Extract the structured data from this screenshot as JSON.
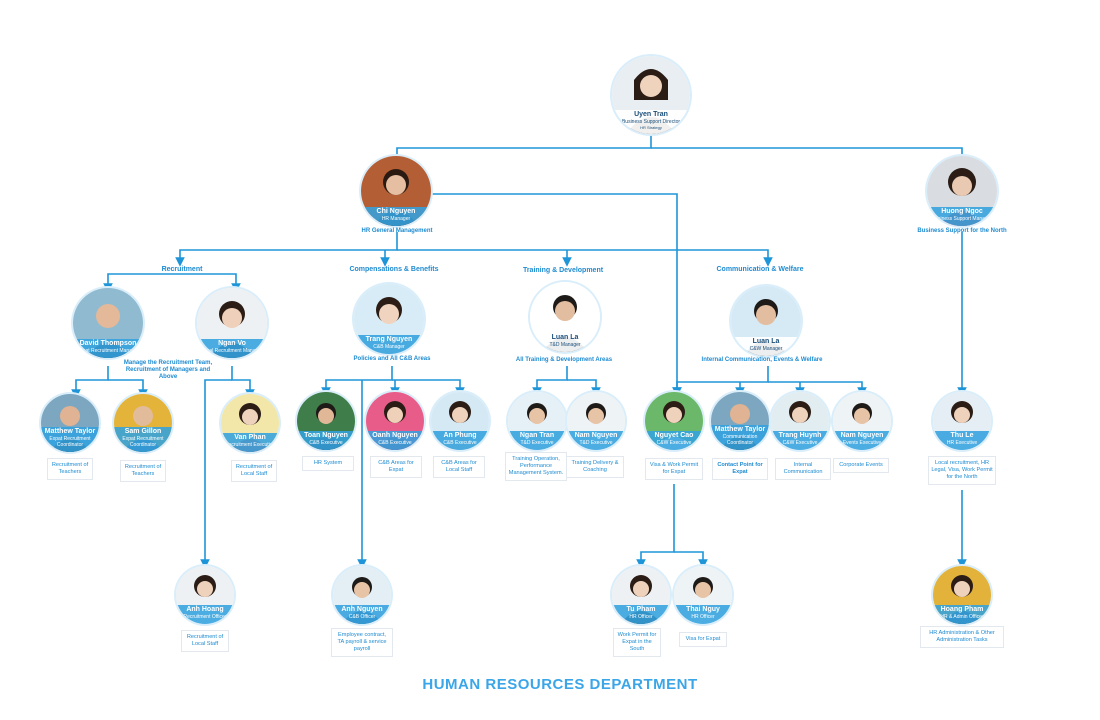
{
  "title": "HUMAN RESOURCES DEPARTMENT",
  "colors": {
    "line": "#1e95d8",
    "accent": "#33a2de",
    "text": "#1e8bd1"
  },
  "people": {
    "uyen_tran": {
      "name": "Uyen Tran",
      "title": "Business Support Director",
      "sub": "HR Strategy"
    },
    "chi_nguyen": {
      "name": "Chi Nguyen",
      "title": "HR Manager",
      "role": "HR General Management"
    },
    "huong_ngoc": {
      "name": "Huong Ngoc",
      "title": "Business Support Manager",
      "role": "Business Support for the North"
    },
    "david_thompson": {
      "name": "David Thompson",
      "title": "Expat Recruitment Manager"
    },
    "ngan_vo": {
      "name": "Ngan Vo",
      "title": "Local Recruitment Manager"
    },
    "trang_nguyen": {
      "name": "Trang Nguyen",
      "title": "C&B Manager",
      "role": "Policies and All C&B Areas"
    },
    "luan_la_td": {
      "name": "Luan La",
      "title": "T&D Manager",
      "role": "All Training & Development Areas"
    },
    "luan_la_cw": {
      "name": "Luan La",
      "title": "C&W Manager",
      "role": "Internal Communication, Events & Welfare"
    },
    "matthew_taylor_rec": {
      "name": "Matthew Taylor",
      "title": "Expat Recruitment Coordinator",
      "task": "Recruitment of Teachers"
    },
    "sam_gillon": {
      "name": "Sam Gillon",
      "title": "Expat Recruitment Coordinator",
      "task": "Recruitment of Teachers"
    },
    "van_phan": {
      "name": "Van Phan",
      "title": "Recruitment Executive",
      "task": "Recruitment of Local Staff"
    },
    "toan_nguyen": {
      "name": "Toan Nguyen",
      "title": "C&B Executive",
      "task": "HR System"
    },
    "oanh_nguyen": {
      "name": "Oanh Nguyen",
      "title": "C&B Executive",
      "task": "C&B Areas for Expat"
    },
    "an_phung": {
      "name": "An Phung",
      "title": "C&B Executive",
      "task": "C&B Areas for Local Staff"
    },
    "ngan_tran": {
      "name": "Ngan Tran",
      "title": "T&D Executive",
      "task": "Training Operation, Performance Management System."
    },
    "nam_nguyen_td": {
      "name": "Nam Nguyen",
      "title": "T&D Executive",
      "task": "Training Delivery & Coaching"
    },
    "nguyet_cao": {
      "name": "Nguyet Cao",
      "title": "C&W Executive",
      "task": "Visa & Work Permit for Expat"
    },
    "matthew_taylor_cw": {
      "name": "Matthew Taylor",
      "title": "Communication Coordinator",
      "task": "Contact Point for Expat"
    },
    "trang_huynh": {
      "name": "Trang Huynh",
      "title": "C&W Executive",
      "task": "Internal Communication"
    },
    "nam_nguyen_cw": {
      "name": "Nam Nguyen",
      "title": "Events Executive",
      "task": "Corporate Events"
    },
    "thu_le": {
      "name": "Thu Le",
      "title": "HR Executive",
      "task": "Local recruitment, HR Legal, Visa, Work Permit for the North"
    },
    "anh_hoang": {
      "name": "Anh Hoang",
      "title": "Recruitment Officer",
      "task": "Recruitment of Local Staff"
    },
    "anh_nguyen": {
      "name": "Anh Nguyen",
      "title": "C&B Officer",
      "task": "Employee contract, TA payroll & service payroll"
    },
    "tu_pham": {
      "name": "Tu Pham",
      "title": "HR Officer",
      "task": "Work Permit for Expat in the South"
    },
    "thai_nguy": {
      "name": "Thai Nguy",
      "title": "HR Officer",
      "task": "Visa for Expat"
    },
    "hoang_pham": {
      "name": "Hoang Pham",
      "title": "HR & Admin Officer",
      "task": "HR Administration & Other Administration Tasks"
    }
  },
  "sections": {
    "recruitment": "Recruitment",
    "cb": "Compensations & Benefits",
    "td": "Training & Development",
    "cw": "Communication & Welfare"
  },
  "notes": {
    "recruitment_lead": "Manage the Recruitment Team, Recruitment of Managers and Above"
  }
}
